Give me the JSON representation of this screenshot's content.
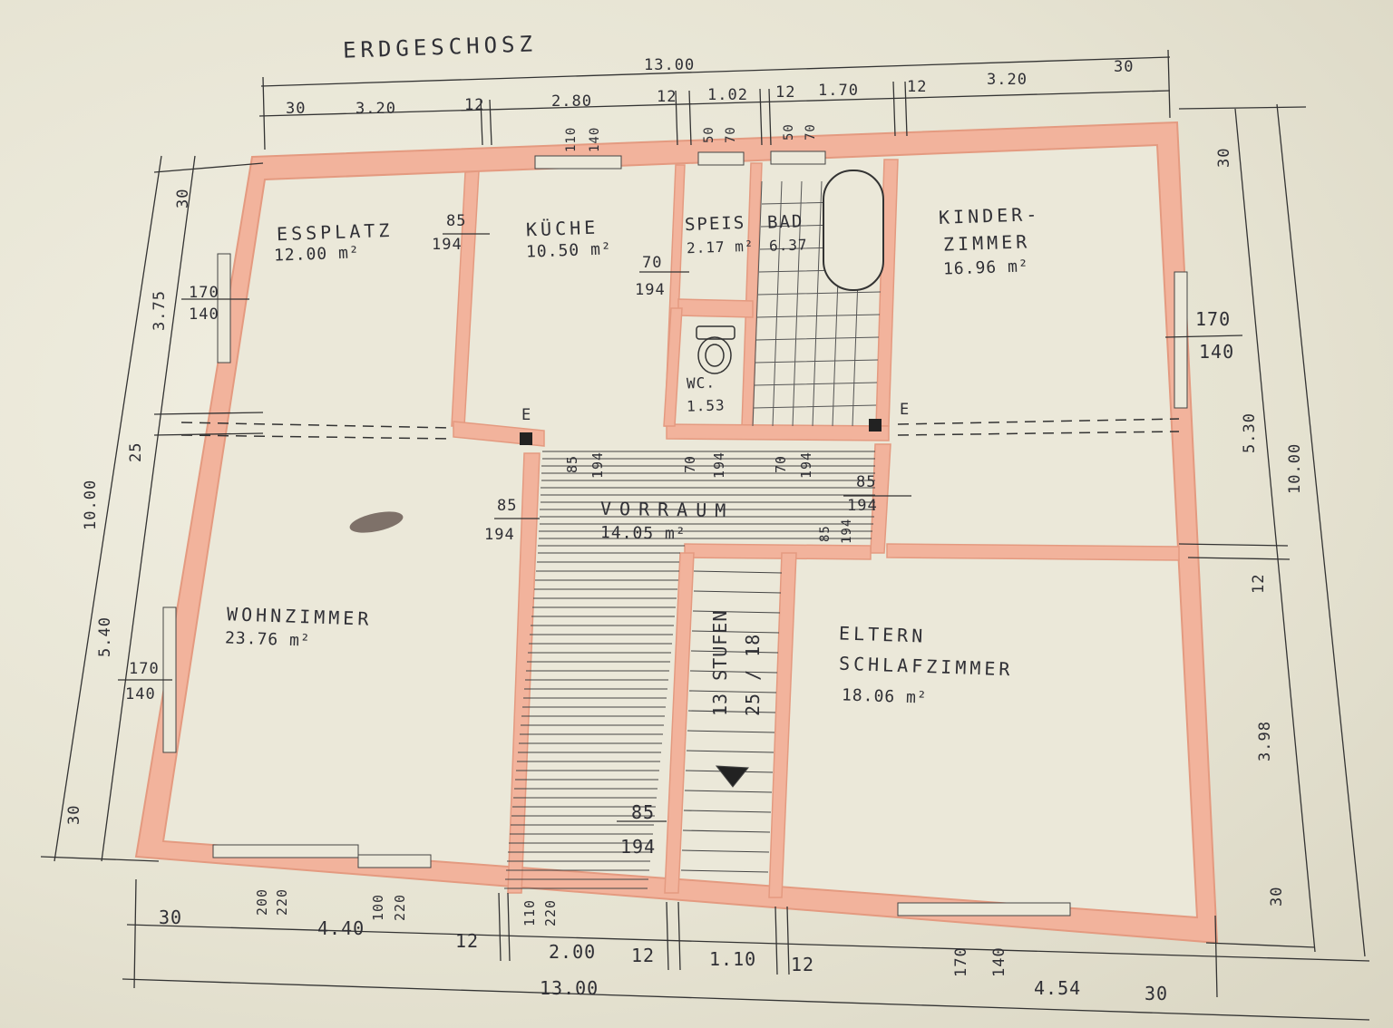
{
  "title": "ERDGESCHOSZ",
  "rooms": {
    "essplatz": {
      "name": "ESSPLATZ",
      "area": "12.00 m²"
    },
    "kueche": {
      "name": "KÜCHE",
      "area": "10.50 m²"
    },
    "speis": {
      "name": "SPEIS",
      "area": "2.17 m²"
    },
    "bad": {
      "name": "BAD",
      "area": "6.37"
    },
    "kinder_1": {
      "name": "KINDER-"
    },
    "kinder_2": {
      "name": "ZIMMER",
      "area": "16.96 m²"
    },
    "wc": {
      "name": "WC.",
      "area": "1.53"
    },
    "vorraum": {
      "name": "VORRAUM",
      "area": "14.05 m²"
    },
    "wohn": {
      "name": "WOHNZIMMER",
      "area": "23.76 m²"
    },
    "eltern_1": {
      "name": "ELTERN"
    },
    "eltern_2": {
      "name": "SCHLAFZIMMER",
      "area": "18.06 m²"
    }
  },
  "stairs": {
    "steps": "13 STUFEN",
    "ratio": "25 / 18"
  },
  "dims_top": {
    "total": "13.00",
    "d1": "30",
    "d2": "3.20",
    "d3": "12",
    "d4": "2.80",
    "d5": "12",
    "d6": "1.02",
    "d7": "12",
    "d8": "1.70",
    "d9": "12",
    "d10": "3.20",
    "d11": "30",
    "w1a": "110",
    "w1b": "140",
    "w2a": "50",
    "w2b": "70",
    "w3a": "50",
    "w3b": "70"
  },
  "dims_bottom": {
    "total": "13.00",
    "d1": "30",
    "d2": "4.40",
    "d3": "12",
    "d4": "2.00",
    "d5": "12",
    "d6": "1.10",
    "d7": "12",
    "d8": "4.54",
    "d9": "30",
    "w1a": "200",
    "w1b": "220",
    "w2a": "100",
    "w2b": "220",
    "w3a": "110",
    "w3b": "220",
    "w4a": "170",
    "w4b": "140"
  },
  "dims_left": {
    "total": "10.00",
    "d1": "30",
    "d2": "3.75",
    "d3": "25",
    "d4": "5.40",
    "d5": "30"
  },
  "dims_right": {
    "total": "10.00",
    "d1": "30",
    "d2": "5.30",
    "d3": "12",
    "d4": "3.98",
    "d5": "30"
  },
  "openings": {
    "win_left_top_a": "170",
    "win_left_top_b": "140",
    "win_left_bot_a": "170",
    "win_left_bot_b": "140",
    "win_right_a": "170",
    "win_right_b": "140",
    "door_ess_a": "85",
    "door_ess_b": "194",
    "door_speis_a": "70",
    "door_speis_b": "194",
    "door_wohn_a": "85",
    "door_wohn_b": "194",
    "door_k_a": "85",
    "door_k_b": "194",
    "door_wc_a": "70",
    "door_wc_b": "194",
    "door_bad_a": "70",
    "door_bad_b": "194",
    "door_kinder_a": "85",
    "door_kinder_b": "194",
    "door_eltern_a": "85",
    "door_eltern_b": "194",
    "door_entry_a": "85",
    "door_entry_b": "194"
  },
  "markers": {
    "e1": "E",
    "e2": "E"
  },
  "colors": {
    "wall": "#f2b39c",
    "wall_edge": "#e49a80",
    "ink": "#2f2f35",
    "paper": "#ebe8d9"
  }
}
